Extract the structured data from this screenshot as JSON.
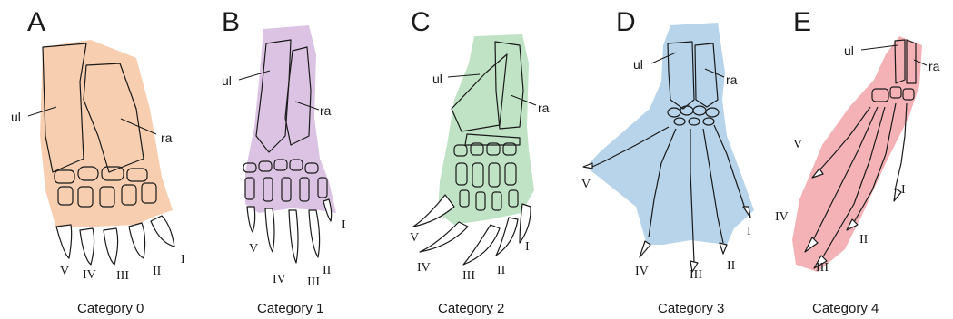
{
  "colors": {
    "category_0": "#f7ceb0",
    "category_1": "#dcc3e3",
    "category_2": "#bfe3c4",
    "category_3": "#b7d4ea",
    "category_4": "#f4b2b6",
    "ink": "#1a1a1a"
  },
  "panels": [
    {
      "letter": "A",
      "category": "Category 0",
      "ul": "ul",
      "ra": "ra",
      "digits": [
        "V",
        "IV",
        "III",
        "II",
        "I"
      ]
    },
    {
      "letter": "B",
      "category": "Category 1",
      "ul": "ul",
      "ra": "ra",
      "digits": [
        "V",
        "IV",
        "III",
        "II",
        "I"
      ]
    },
    {
      "letter": "C",
      "category": "Category 2",
      "ul": "ul",
      "ra": "ra",
      "digits": [
        "V",
        "IV",
        "III",
        "II",
        "I"
      ]
    },
    {
      "letter": "D",
      "category": "Category 3",
      "ul": "ul",
      "ra": "ra",
      "digits": [
        "V",
        "IV",
        "III",
        "II",
        "I"
      ]
    },
    {
      "letter": "E",
      "category": "Category 4",
      "ul": "ul",
      "ra": "ra",
      "digits": [
        "V",
        "IV",
        "III",
        "II",
        "I"
      ]
    }
  ]
}
